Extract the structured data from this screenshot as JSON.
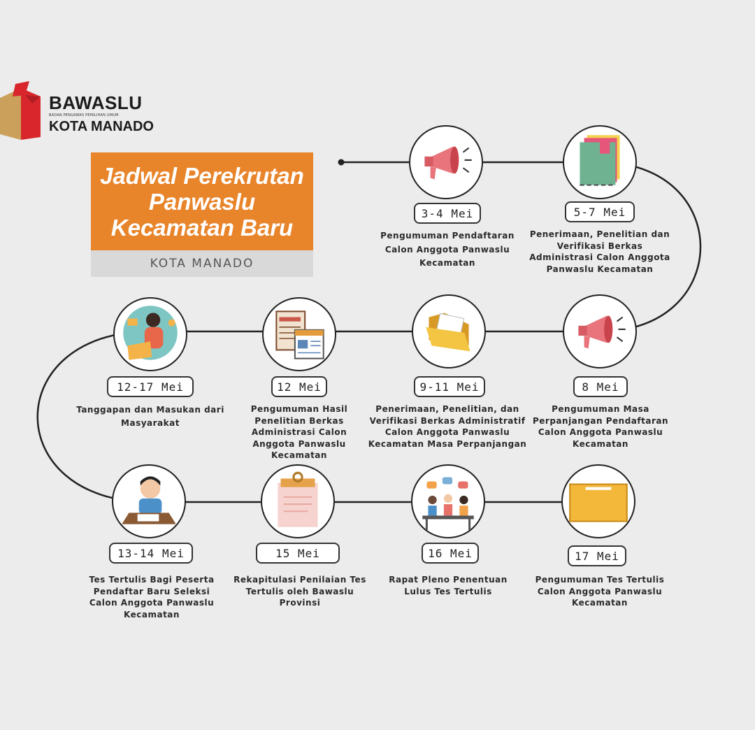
{
  "logo": {
    "name": "BAWASLU",
    "subtitle": "BADAN PENGAWAS PEMILIHAN UMUM",
    "city": "KOTA MANADO"
  },
  "title": "Jadwal Perekrutan Panwaslu Kecamatan Baru",
  "subtitle": "KOTA MANADO",
  "colors": {
    "title_bg": "#e8842a",
    "subtitle_bg": "#d9d9d9",
    "logo_red": "#d8262c",
    "logo_gold": "#caa05a",
    "background": "#ececed"
  },
  "steps": [
    {
      "date": "3-4 Mei",
      "text": "Pengumuman Pendaftaran Calon Anggota Panwaslu Kecamatan",
      "icon": "megaphone-icon"
    },
    {
      "date": "5-7 Mei",
      "text": "Penerimaan, Penelitian dan Verifikasi Berkas Administrasi Calon Anggota Panwaslu Kecamatan",
      "icon": "folders-icon"
    },
    {
      "date": "8 Mei",
      "text": "Pengumuman Masa Perpanjangan Pendaftaran Calon Anggota Panwaslu Kecamatan",
      "icon": "megaphone-icon"
    },
    {
      "date": "9-11 Mei",
      "text": "Penerimaan, Penelitian, dan Verifikasi Berkas Administratif Calon Anggota Panwaslu Kecamatan Masa Perpanjangan",
      "icon": "open-folder-icon"
    },
    {
      "date": "12 Mei",
      "text": "Pengumuman Hasil Penelitian Berkas Administrasi Calon Anggota Panwaslu Kecamatan",
      "icon": "documents-icon"
    },
    {
      "date": "12-17 Mei",
      "text": "Tanggapan dan Masukan dari Masyarakat",
      "icon": "person-laptop-icon"
    },
    {
      "date": "13-14 Mei",
      "text": "Tes Tertulis Bagi Peserta Pendaftar Baru Seleksi Calon Anggota Panwaslu Kecamatan",
      "icon": "student-writing-icon"
    },
    {
      "date": "15 Mei",
      "text": "Rekapitulasi Penilaian Tes Tertulis oleh Bawaslu Provinsi",
      "icon": "clipboard-icon"
    },
    {
      "date": "16 Mei",
      "text": "Rapat Pleno Penentuan Lulus Tes Tertulis",
      "icon": "meeting-icon"
    },
    {
      "date": "17 Mei",
      "text": "Pengumuman Tes Tertulis Calon Anggota Panwaslu Kecamatan",
      "icon": "envelope-folder-icon"
    }
  ]
}
